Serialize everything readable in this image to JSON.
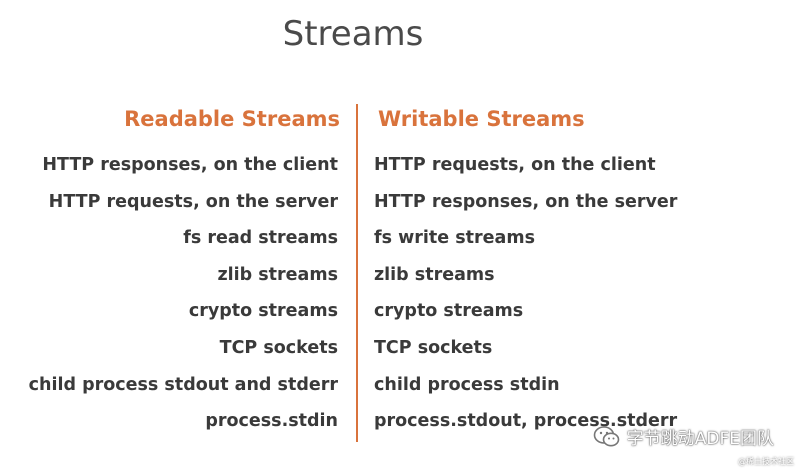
{
  "title": "Streams",
  "colors": {
    "accent": "#d9733c",
    "text": "#3a3a3a",
    "title": "#4a4a4a"
  },
  "readable": {
    "heading": "Readable Streams",
    "items": [
      "HTTP responses, on the client",
      "HTTP requests, on the server",
      "fs read streams",
      "zlib streams",
      "crypto streams",
      "TCP sockets",
      "child process stdout and stderr",
      "process.stdin"
    ]
  },
  "writable": {
    "heading": "Writable Streams",
    "items": [
      "HTTP requests, on the client",
      "HTTP responses, on the server",
      "fs write streams",
      "zlib streams",
      "crypto streams",
      "TCP sockets",
      "child process stdin",
      "process.stdout, process.stderr"
    ]
  },
  "watermark": {
    "icon": "wechat-icon",
    "text": "字节跳动ADFE团队",
    "sub": "@稀土技术社区"
  }
}
